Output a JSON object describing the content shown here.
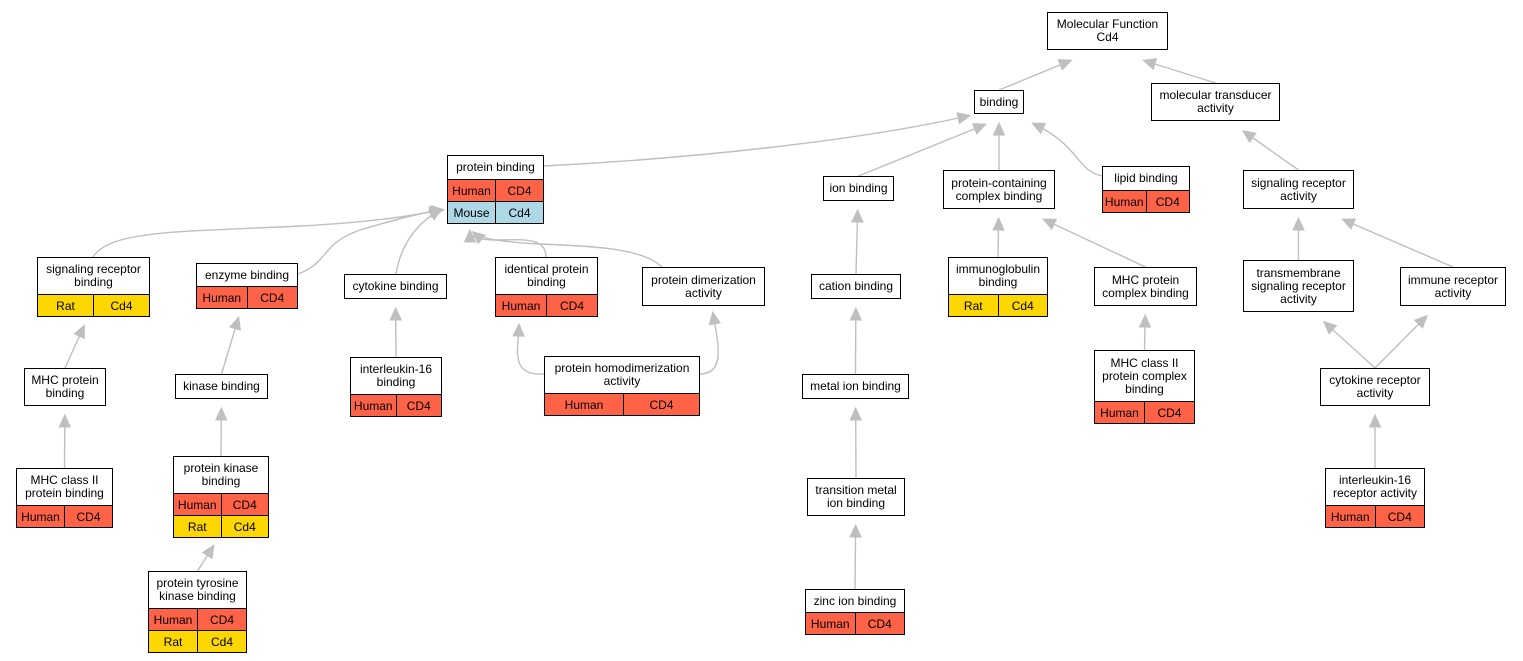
{
  "colors": {
    "human": "#ff6347",
    "rat": "#ffd700",
    "mouse": "#add8e6",
    "edge": "#bfbfbf"
  },
  "nodes": [
    {
      "id": "mf",
      "label": "Molecular Function\nCd4",
      "rows": []
    },
    {
      "id": "binding",
      "label": "binding",
      "rows": []
    },
    {
      "id": "moltrans",
      "label": "molecular transducer\nactivity",
      "rows": []
    },
    {
      "id": "protbind",
      "label": "protein binding",
      "rows": [
        {
          "species": "Human",
          "gene": "CD4"
        },
        {
          "species": "Mouse",
          "gene": "Cd4"
        }
      ]
    },
    {
      "id": "ionbind",
      "label": "ion binding",
      "rows": []
    },
    {
      "id": "pccb",
      "label": "protein-containing\ncomplex binding",
      "rows": []
    },
    {
      "id": "lipid",
      "label": "lipid binding",
      "rows": [
        {
          "species": "Human",
          "gene": "CD4"
        }
      ]
    },
    {
      "id": "sigrecact",
      "label": "signaling receptor\nactivity",
      "rows": []
    },
    {
      "id": "srb",
      "label": "signaling receptor\nbinding",
      "rows": [
        {
          "species": "Rat",
          "gene": "Cd4"
        }
      ]
    },
    {
      "id": "enzyme",
      "label": "enzyme binding",
      "rows": [
        {
          "species": "Human",
          "gene": "CD4"
        }
      ]
    },
    {
      "id": "cytokine",
      "label": "cytokine binding",
      "rows": []
    },
    {
      "id": "identical",
      "label": "identical protein\nbinding",
      "rows": [
        {
          "species": "Human",
          "gene": "CD4"
        }
      ]
    },
    {
      "id": "dimer",
      "label": "protein dimerization\nactivity",
      "rows": []
    },
    {
      "id": "cation",
      "label": "cation binding",
      "rows": []
    },
    {
      "id": "immunoglob",
      "label": "immunoglobulin\nbinding",
      "rows": [
        {
          "species": "Rat",
          "gene": "Cd4"
        }
      ]
    },
    {
      "id": "mhccomplex",
      "label": "MHC protein\ncomplex binding",
      "rows": []
    },
    {
      "id": "transmem",
      "label": "transmembrane\nsignaling receptor\nactivity",
      "rows": []
    },
    {
      "id": "immrec",
      "label": "immune receptor\nactivity",
      "rows": []
    },
    {
      "id": "mhcprot",
      "label": "MHC protein\nbinding",
      "rows": []
    },
    {
      "id": "kinase",
      "label": "kinase binding",
      "rows": []
    },
    {
      "id": "il16bind",
      "label": "interleukin-16\nbinding",
      "rows": [
        {
          "species": "Human",
          "gene": "CD4"
        }
      ]
    },
    {
      "id": "homodimer",
      "label": "protein homodimerization\nactivity",
      "rows": [
        {
          "species": "Human",
          "gene": "CD4"
        }
      ]
    },
    {
      "id": "metal",
      "label": "metal ion binding",
      "rows": []
    },
    {
      "id": "mhc2complex",
      "label": "MHC class II\nprotein complex\nbinding",
      "rows": [
        {
          "species": "Human",
          "gene": "CD4"
        }
      ]
    },
    {
      "id": "cytrec",
      "label": "cytokine receptor\nactivity",
      "rows": []
    },
    {
      "id": "mhc2prot",
      "label": "MHC class II\nprotein binding",
      "rows": [
        {
          "species": "Human",
          "gene": "CD4"
        }
      ]
    },
    {
      "id": "protkinase",
      "label": "protein kinase\nbinding",
      "rows": [
        {
          "species": "Human",
          "gene": "CD4"
        },
        {
          "species": "Rat",
          "gene": "Cd4"
        }
      ]
    },
    {
      "id": "transmetal",
      "label": "transition metal\nion binding",
      "rows": []
    },
    {
      "id": "il16rec",
      "label": "interleukin-16\nreceptor activity",
      "rows": [
        {
          "species": "Human",
          "gene": "CD4"
        }
      ]
    },
    {
      "id": "ptk",
      "label": "protein tyrosine\nkinase binding",
      "rows": [
        {
          "species": "Human",
          "gene": "CD4"
        },
        {
          "species": "Rat",
          "gene": "Cd4"
        }
      ]
    },
    {
      "id": "zinc",
      "label": "zinc ion binding",
      "rows": [
        {
          "species": "Human",
          "gene": "CD4"
        }
      ]
    }
  ],
  "edges": [
    [
      "binding",
      "mf"
    ],
    [
      "moltrans",
      "mf"
    ],
    [
      "protbind",
      "binding"
    ],
    [
      "ionbind",
      "binding"
    ],
    [
      "pccb",
      "binding"
    ],
    [
      "lipid",
      "binding"
    ],
    [
      "sigrecact",
      "moltrans"
    ],
    [
      "srb",
      "protbind"
    ],
    [
      "enzyme",
      "protbind"
    ],
    [
      "cytokine",
      "protbind"
    ],
    [
      "identical",
      "protbind"
    ],
    [
      "dimer",
      "protbind"
    ],
    [
      "cation",
      "ionbind"
    ],
    [
      "immunoglob",
      "pccb"
    ],
    [
      "mhccomplex",
      "pccb"
    ],
    [
      "transmem",
      "sigrecact"
    ],
    [
      "immrec",
      "sigrecact"
    ],
    [
      "mhcprot",
      "srb"
    ],
    [
      "kinase",
      "enzyme"
    ],
    [
      "il16bind",
      "cytokine"
    ],
    [
      "homodimer",
      "identical"
    ],
    [
      "homodimer",
      "dimer"
    ],
    [
      "metal",
      "cation"
    ],
    [
      "mhc2complex",
      "mhccomplex"
    ],
    [
      "cytrec",
      "transmem"
    ],
    [
      "cytrec",
      "immrec"
    ],
    [
      "mhc2prot",
      "mhcprot"
    ],
    [
      "protkinase",
      "kinase"
    ],
    [
      "transmetal",
      "metal"
    ],
    [
      "il16rec",
      "cytrec"
    ],
    [
      "ptk",
      "protkinase"
    ],
    [
      "zinc",
      "transmetal"
    ]
  ]
}
